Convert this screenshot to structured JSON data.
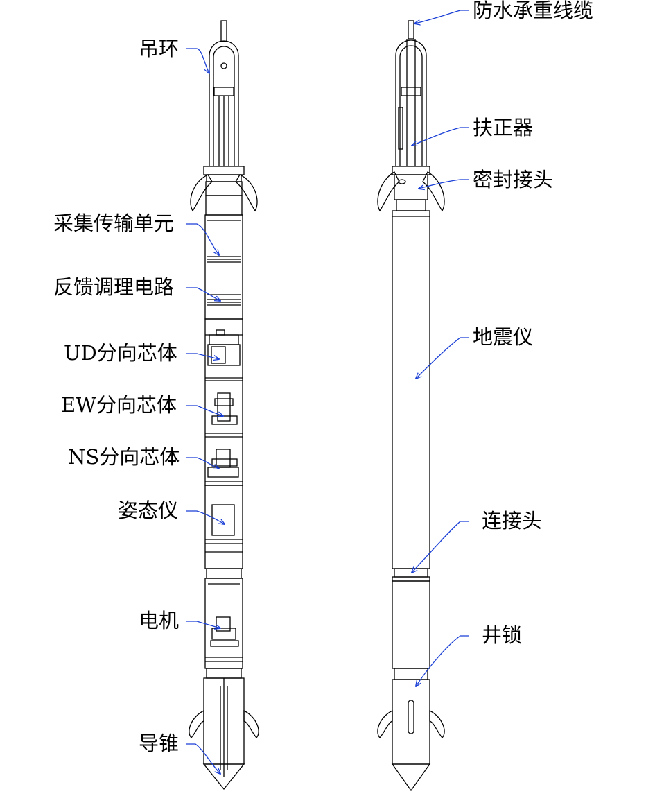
{
  "left_labels": {
    "hanger": "吊环",
    "acquisition_unit": "采集传输单元",
    "feedback_circuit": "反馈调理电路",
    "ud_core": "UD分向芯体",
    "ew_core": "EW分向芯体",
    "ns_core": "NS分向芯体",
    "attitude": "姿态仪",
    "motor": "电机",
    "guide_cone": "导锥"
  },
  "right_labels": {
    "cable": "防水承重线缆",
    "centralizer": "扶正器",
    "seal_joint": "密封接头",
    "seismometer": "地震仪",
    "connector": "连接头",
    "well_lock": "井锁"
  },
  "colors": {
    "line": "#000000",
    "leader": "#1a3fd6"
  }
}
